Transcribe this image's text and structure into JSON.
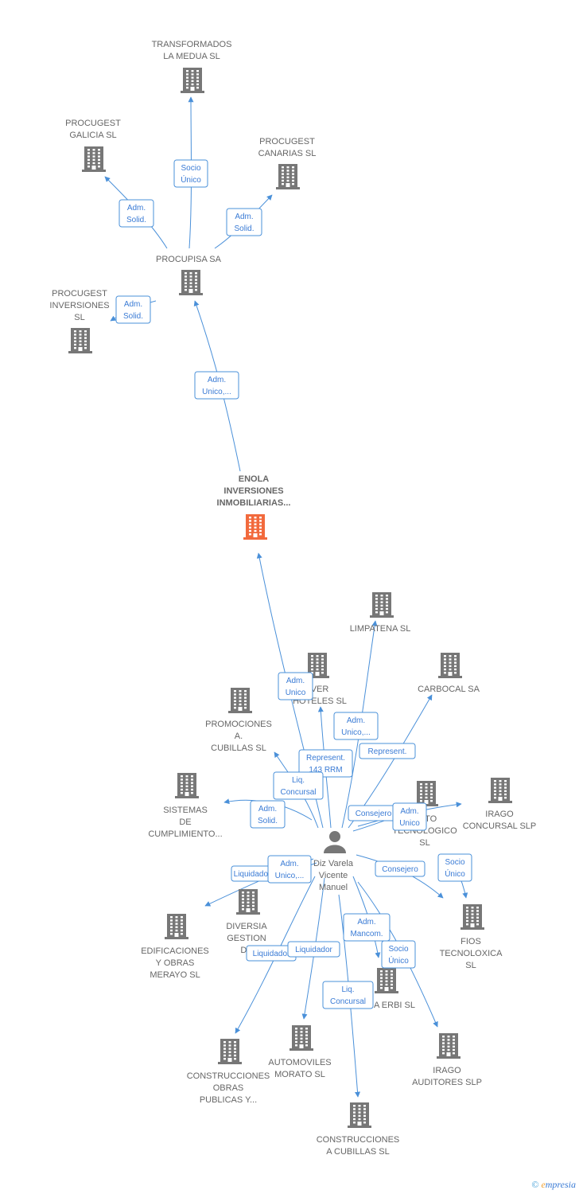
{
  "colors": {
    "edge": "#4a90d9",
    "building": "#777777",
    "focus_building": "#f26a3d",
    "label": "#666666",
    "edge_text": "#3a7bd5"
  },
  "nodes": [
    {
      "id": "transformados",
      "label": [
        "TRANSFORMADOS",
        "LA MEDUA  SL"
      ],
      "icon": "building-icon"
    },
    {
      "id": "procugest_galicia",
      "label": [
        "PROCUGEST",
        "GALICIA  SL"
      ],
      "icon": "building-icon"
    },
    {
      "id": "procugest_canarias",
      "label": [
        "PROCUGEST",
        "CANARIAS  SL"
      ],
      "icon": "building-icon"
    },
    {
      "id": "procupisa",
      "label": [
        "PROCUPISA SA"
      ],
      "icon": "building-icon"
    },
    {
      "id": "procugest_inversiones",
      "label": [
        "PROCUGEST",
        "INVERSIONES",
        "SL"
      ],
      "icon": "building-icon"
    },
    {
      "id": "enola",
      "label": [
        "ENOLA",
        "INVERSIONES",
        "INMOBILIARIAS..."
      ],
      "icon": "building-icon",
      "focus": true
    },
    {
      "id": "limpatena",
      "label": [
        "LIMPATENA  SL"
      ],
      "icon": "building-icon"
    },
    {
      "id": "carbocal",
      "label": [
        "CARBOCAL SA"
      ],
      "icon": "building-icon"
    },
    {
      "id": "hoteles",
      "label": [
        "VER",
        "HOTELES SL"
      ],
      "icon": "building-icon"
    },
    {
      "id": "promociones",
      "label": [
        "PROMOCIONES",
        "A.",
        "CUBILLAS SL"
      ],
      "icon": "building-icon"
    },
    {
      "id": "sistemas",
      "label": [
        "SISTEMAS",
        "DE",
        "CUMPLIMIENTO..."
      ],
      "icon": "building-icon"
    },
    {
      "id": "tecnologico",
      "label": [
        "ENTO",
        "TECNOLOGICO",
        "SL"
      ],
      "icon": "building-icon"
    },
    {
      "id": "irago_concursal",
      "label": [
        "IRAGO",
        "CONCURSAL SLP"
      ],
      "icon": "building-icon"
    },
    {
      "id": "person",
      "label": [
        "Diz Varela",
        "Vicente",
        "Manuel"
      ],
      "icon": "person-icon"
    },
    {
      "id": "fios",
      "label": [
        "FIOS",
        "TECNOLOXICA",
        "SL"
      ],
      "icon": "building-icon"
    },
    {
      "id": "diversia",
      "label": [
        "DIVERSIA",
        "GESTION",
        "DE"
      ],
      "icon": "building-icon"
    },
    {
      "id": "edificaciones",
      "label": [
        "EDIFICACIONES",
        "Y OBRAS",
        "MERAYO SL"
      ],
      "icon": "building-icon"
    },
    {
      "id": "erbi",
      "label": [
        "A ERBI SL"
      ],
      "icon": "building-icon"
    },
    {
      "id": "irago_auditores",
      "label": [
        "IRAGO",
        "AUDITORES  SLP"
      ],
      "icon": "building-icon"
    },
    {
      "id": "construcciones_obras",
      "label": [
        "CONSTRUCCIONES",
        "OBRAS",
        "PUBLICAS Y..."
      ],
      "icon": "building-icon"
    },
    {
      "id": "automoviles",
      "label": [
        "AUTOMOVILES",
        "MORATO  SL"
      ],
      "icon": "building-icon"
    },
    {
      "id": "construcciones_cubillas",
      "label": [
        "CONSTRUCCIONES",
        "A CUBILLAS SL"
      ],
      "icon": "building-icon"
    }
  ],
  "edges": [
    {
      "label": [
        "Socio",
        "Único"
      ]
    },
    {
      "label": [
        "Adm.",
        "Solid."
      ]
    },
    {
      "label": [
        "Adm.",
        "Solid."
      ]
    },
    {
      "label": [
        "Adm.",
        "Solid."
      ]
    },
    {
      "label": [
        "Adm.",
        "Unico,..."
      ]
    },
    {
      "label": [
        "Adm.",
        "Unico"
      ]
    },
    {
      "label": [
        "Adm.",
        "Unico,..."
      ]
    },
    {
      "label": [
        "Represent."
      ]
    },
    {
      "label": [
        "Represent.",
        "143 RRM"
      ]
    },
    {
      "label": [
        "Liq.",
        "Concursal"
      ]
    },
    {
      "label": [
        "Adm.",
        "Solid."
      ]
    },
    {
      "label": [
        "Consejero"
      ]
    },
    {
      "label": [
        "Adm.",
        "Unico"
      ]
    },
    {
      "label": [
        "Consejero"
      ]
    },
    {
      "label": [
        "Socio",
        "Único"
      ]
    },
    {
      "label": [
        "Liquidador"
      ]
    },
    {
      "label": [
        "Adm.",
        "Unico,..."
      ]
    },
    {
      "label": [
        "Liquidador"
      ]
    },
    {
      "label": [
        "Liquidador"
      ]
    },
    {
      "label": [
        "Adm.",
        "Mancom."
      ]
    },
    {
      "label": [
        "Socio",
        "Único"
      ]
    },
    {
      "label": [
        "Liq.",
        "Concursal"
      ]
    }
  ],
  "brand": {
    "copyright": "©",
    "initial": "e",
    "name": "mpresia"
  }
}
